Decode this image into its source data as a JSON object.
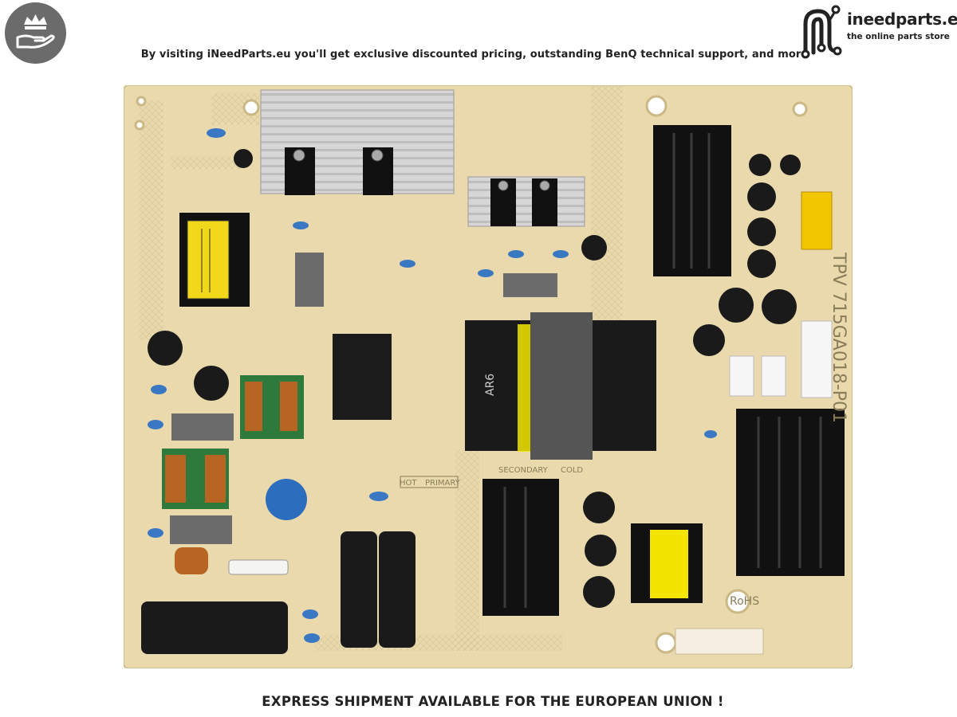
{
  "header": {
    "tagline": "By visiting iNeedParts.eu you'll get exclusive discounted pricing, outstanding BenQ technical support, and more",
    "logo_name": "ineedparts.eu",
    "logo_subtitle": "the online parts store"
  },
  "board": {
    "model_marking": "TPV 715GA018-P01",
    "silkscreen_hot": "HOT",
    "silkscreen_primary": "PRIMARY",
    "silkscreen_secondary": "SECONDARY",
    "silkscreen_cold": "COLD",
    "rohs": "RoHS",
    "transformer_label": "AR6"
  },
  "footer": {
    "text": "EXPRESS SHIPMENT AVAILABLE FOR THE EUROPEAN UNION !"
  },
  "colors": {
    "pcb": "#e9d9ad",
    "heatsink": "#1a1a1a",
    "capacitor_blue": "#3a78c4"
  }
}
